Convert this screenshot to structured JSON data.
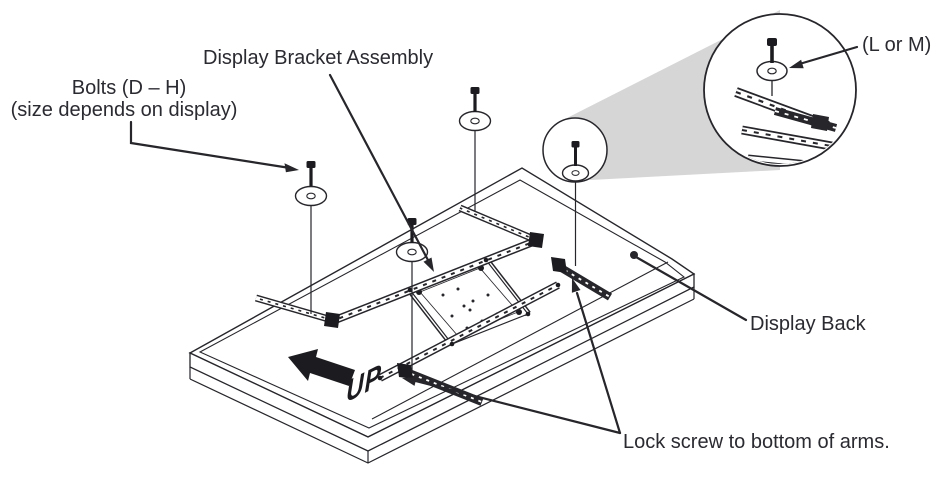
{
  "diagram": {
    "labels": {
      "bracket_assembly": "Display Bracket Assembly",
      "bolts_line1": "Bolts (D – H)",
      "bolts_line2": "(size depends on display)",
      "washer_size": "(L or M)",
      "display_back": "Display Back",
      "lock_screw": "Lock screw to bottom of arms.",
      "up": "UP"
    },
    "colors": {
      "ink": "#26262b",
      "text": "#2a2a31",
      "zoom_cone_gray": "#d6d6d6",
      "background": "#ffffff"
    }
  }
}
